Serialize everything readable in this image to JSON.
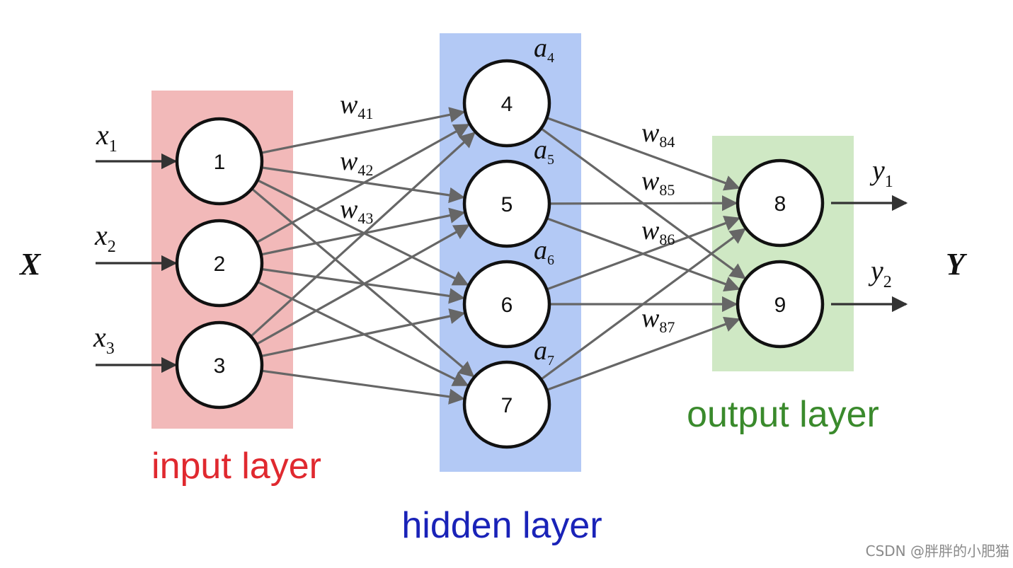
{
  "colors": {
    "input_band": "#f2b9b9",
    "hidden_band": "#b3c9f5",
    "output_band": "#cfe8c4",
    "input_title": "#e0292f",
    "hidden_title": "#1a23b8",
    "output_title": "#3a8a2c",
    "edge": "#666666",
    "node_fill": "#ffffff",
    "node_stroke": "#111111"
  },
  "diagram": {
    "input_symbol": "X",
    "output_symbol": "Y",
    "layers": [
      {
        "key": "input",
        "title": "input layer",
        "nodes": [
          {
            "id": "1",
            "label": "1",
            "in_var": "x",
            "in_sub": "1"
          },
          {
            "id": "2",
            "label": "2",
            "in_var": "x",
            "in_sub": "2"
          },
          {
            "id": "3",
            "label": "3",
            "in_var": "x",
            "in_sub": "3"
          }
        ]
      },
      {
        "key": "hidden",
        "title": "hidden layer",
        "nodes": [
          {
            "id": "4",
            "label": "4",
            "act_var": "a",
            "act_sub": "4"
          },
          {
            "id": "5",
            "label": "5",
            "act_var": "a",
            "act_sub": "5"
          },
          {
            "id": "6",
            "label": "6",
            "act_var": "a",
            "act_sub": "6"
          },
          {
            "id": "7",
            "label": "7",
            "act_var": "a",
            "act_sub": "7"
          }
        ]
      },
      {
        "key": "output",
        "title": "output layer",
        "nodes": [
          {
            "id": "8",
            "label": "8",
            "out_var": "y",
            "out_sub": "1"
          },
          {
            "id": "9",
            "label": "9",
            "out_var": "y",
            "out_sub": "2"
          }
        ]
      }
    ],
    "weights_input_hidden": [
      {
        "var": "w",
        "sub": "41"
      },
      {
        "var": "w",
        "sub": "42"
      },
      {
        "var": "w",
        "sub": "43"
      }
    ],
    "weights_hidden_output": [
      {
        "var": "w",
        "sub": "84"
      },
      {
        "var": "w",
        "sub": "85"
      },
      {
        "var": "w",
        "sub": "86"
      },
      {
        "var": "w",
        "sub": "87"
      }
    ]
  },
  "watermark": "CSDN @胖胖的小肥猫"
}
